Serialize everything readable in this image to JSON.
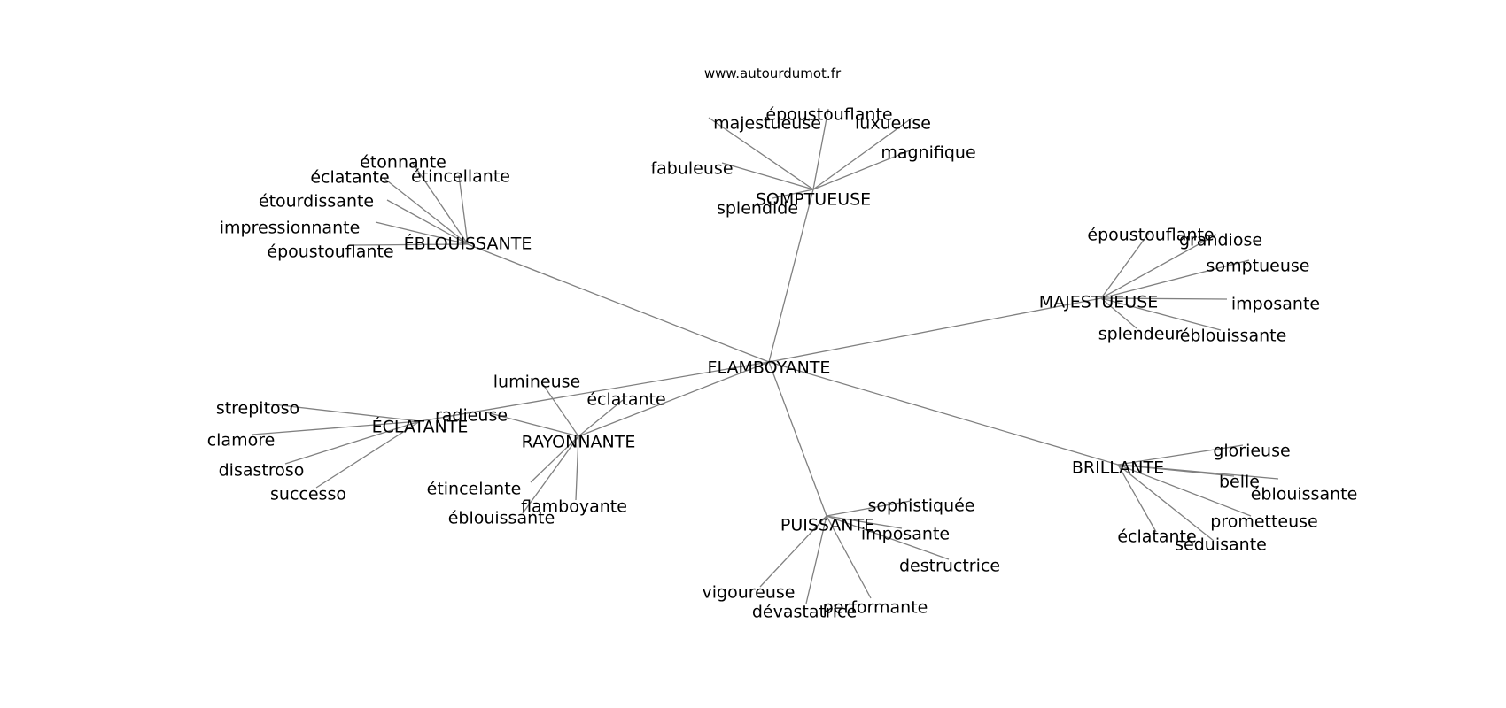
{
  "source_label": "www.autourdumot.fr",
  "colors": {
    "edge": "#808080",
    "text": "#000000",
    "background": "#ffffff"
  },
  "center": "FLAMBOYANTE",
  "hubs": [
    {
      "id": "somptueuse",
      "label": "SOMPTUEUSE",
      "leaves": [
        "majestueuse",
        "époustouflante",
        "luxueuse",
        "magnifique",
        "fabuleuse",
        "splendide"
      ]
    },
    {
      "id": "eblouissante",
      "label": "ÉBLOUISSANTE",
      "leaves": [
        "étonnante",
        "éclatante",
        "étincellante",
        "étourdissante",
        "impressionnante",
        "époustouflante"
      ]
    },
    {
      "id": "majestueuse",
      "label": "MAJESTUEUSE",
      "leaves": [
        "époustouflante",
        "grandiose",
        "somptueuse",
        "imposante",
        "splendeur",
        "éblouissante"
      ]
    },
    {
      "id": "rayonnante",
      "label": "RAYONNANTE",
      "leaves": [
        "lumineuse",
        "radieuse",
        "éclatante",
        "étincelante",
        "éblouissante",
        "flamboyante"
      ]
    },
    {
      "id": "eclatante",
      "label": "ÉCLATANTE",
      "leaves": [
        "strepitoso",
        "clamore",
        "disastroso",
        "successo"
      ]
    },
    {
      "id": "puissante",
      "label": "PUISSANTE",
      "leaves": [
        "sophistiquée",
        "imposante",
        "destructrice",
        "vigoureuse",
        "dévastatrice",
        "performante"
      ]
    },
    {
      "id": "brillante",
      "label": "BRILLANTE",
      "leaves": [
        "glorieuse",
        "belle",
        "éblouissante",
        "prometteuse",
        "éclatante",
        "séduisante"
      ]
    }
  ]
}
